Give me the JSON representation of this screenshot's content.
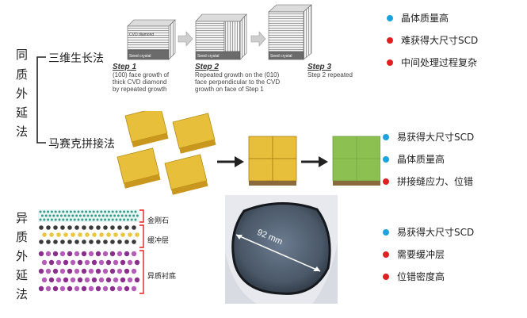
{
  "left_groups": [
    {
      "chars": [
        "同",
        "质",
        "外",
        "延",
        "法"
      ]
    },
    {
      "chars": [
        "异",
        "质",
        "外",
        "延",
        "法"
      ]
    }
  ],
  "methods": {
    "m1": "三维生长法",
    "m2": "马赛克拼接法"
  },
  "steps": [
    {
      "title": "Step 1",
      "desc": [
        "(100) face growth of",
        "thick CVD diamond",
        "by repeated growth"
      ],
      "box_labels": [
        "CVD diamond",
        "Seed crystal"
      ]
    },
    {
      "title": "Step 2",
      "desc": [
        "Repeated growth on the (010)",
        "face perpendicular to the CVD",
        "growth on face of Step 1"
      ],
      "box_labels": [
        "Seed crystal"
      ]
    },
    {
      "title": "Step 3",
      "desc": [
        "Step 2 repeated"
      ],
      "box_labels": [
        "Seed crystal"
      ]
    }
  ],
  "bullets": {
    "group1": [
      {
        "text": "晶体质量高",
        "color": "#1aa3dc"
      },
      {
        "text": "难获得大尺寸SCD",
        "color": "#e02020"
      },
      {
        "text": "中间处理过程复杂",
        "color": "#e02020"
      }
    ],
    "group2": [
      {
        "text": "易获得大尺寸SCD",
        "color": "#1aa3dc"
      },
      {
        "text": "晶体质量高",
        "color": "#1aa3dc"
      },
      {
        "text": "拼接缝应力、位错",
        "color": "#e02020"
      }
    ],
    "group3": [
      {
        "text": "易获得大尺寸SCD",
        "color": "#1aa3dc"
      },
      {
        "text": "需要缓冲层",
        "color": "#e02020"
      },
      {
        "text": "位错密度高",
        "color": "#e02020"
      }
    ]
  },
  "layer_labels": [
    "金刚石",
    "缓冲层",
    "异质衬底"
  ],
  "wafer_label": "92 mm",
  "colors": {
    "cyan": "#1aa3dc",
    "red": "#e02020",
    "gold": "#e8bf3a",
    "green": "#8cc152",
    "brown": "#8a6a3a"
  }
}
